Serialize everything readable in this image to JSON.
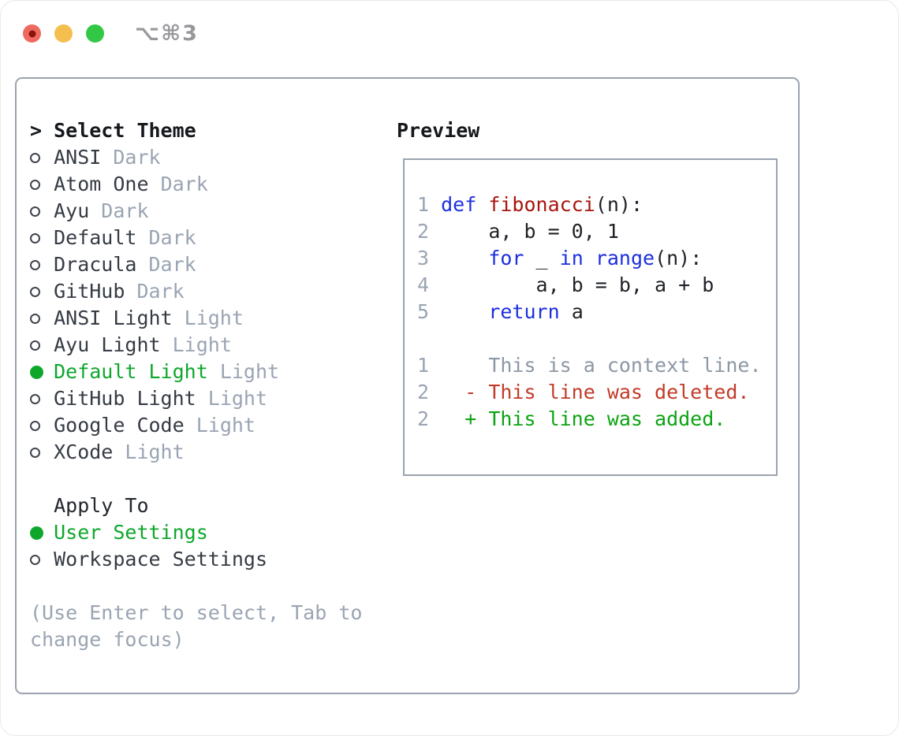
{
  "titlebar": {
    "shortcut_label": "⌥⌘3",
    "lights": [
      {
        "name": "close",
        "color": "#ee6a5e",
        "dot_color": "#8c120b"
      },
      {
        "name": "minimize",
        "color": "#f5bf4f"
      },
      {
        "name": "maximize",
        "color": "#32c846"
      }
    ]
  },
  "theme_selector": {
    "header": {
      "prefix": ">",
      "label": "Select Theme"
    },
    "items": [
      {
        "label": "ANSI",
        "variant": "Dark",
        "selected": false
      },
      {
        "label": "Atom One",
        "variant": "Dark",
        "selected": false
      },
      {
        "label": "Ayu",
        "variant": "Dark",
        "selected": false
      },
      {
        "label": "Default",
        "variant": "Dark",
        "selected": false
      },
      {
        "label": "Dracula",
        "variant": "Dark",
        "selected": false
      },
      {
        "label": "GitHub",
        "variant": "Dark",
        "selected": false
      },
      {
        "label": "ANSI Light",
        "variant": "Light",
        "selected": false
      },
      {
        "label": "Ayu Light",
        "variant": "Light",
        "selected": false
      },
      {
        "label": "Default Light",
        "variant": "Light",
        "selected": true
      },
      {
        "label": "GitHub Light",
        "variant": "Light",
        "selected": false
      },
      {
        "label": "Google Code",
        "variant": "Light",
        "selected": false
      },
      {
        "label": "XCode",
        "variant": "Light",
        "selected": false
      }
    ],
    "apply_to": {
      "label": "Apply To",
      "options": [
        {
          "label": "User Settings",
          "selected": true
        },
        {
          "label": "Workspace Settings",
          "selected": false
        }
      ]
    },
    "hint": "(Use Enter to select, Tab to change focus)"
  },
  "preview": {
    "label": "Preview",
    "code_lines": [
      {
        "num": "1",
        "segs": [
          [
            "k",
            "def"
          ],
          [
            "p",
            " "
          ],
          [
            "f",
            "fibonacci"
          ],
          [
            "p",
            "(n):"
          ]
        ]
      },
      {
        "num": "2",
        "segs": [
          [
            "p",
            "    a, b = 0, 1"
          ]
        ]
      },
      {
        "num": "3",
        "segs": [
          [
            "p",
            "    "
          ],
          [
            "k",
            "for"
          ],
          [
            "p",
            " _ "
          ],
          [
            "k",
            "in"
          ],
          [
            "p",
            " "
          ],
          [
            "k",
            "range"
          ],
          [
            "p",
            "(n):"
          ]
        ]
      },
      {
        "num": "4",
        "segs": [
          [
            "p",
            "        a, b = b, a + b"
          ]
        ]
      },
      {
        "num": "5",
        "segs": [
          [
            "p",
            "    "
          ],
          [
            "k",
            "return"
          ],
          [
            "p",
            " a"
          ]
        ]
      },
      {
        "num": "",
        "segs": []
      },
      {
        "num": "1",
        "segs": [
          [
            "c",
            "    This is a context line."
          ]
        ]
      },
      {
        "num": "2",
        "segs": [
          [
            "d",
            "  - This line was deleted."
          ]
        ]
      },
      {
        "num": "2",
        "segs": [
          [
            "a",
            "  + This line was added."
          ]
        ]
      }
    ]
  },
  "colors": {
    "selection_green": "#0ea72c",
    "added_green": "#0ca312",
    "deleted_red": "#c23b28",
    "keyword_blue": "#1d2fe0",
    "function_red": "#a8150e",
    "context_gray": "#8d97a5",
    "muted_gray": "#9aa4b2",
    "heading_ink": "#15181c",
    "item_ink": "#363b44",
    "border_gray": "#9aa3af",
    "title_gray": "#97989c"
  }
}
